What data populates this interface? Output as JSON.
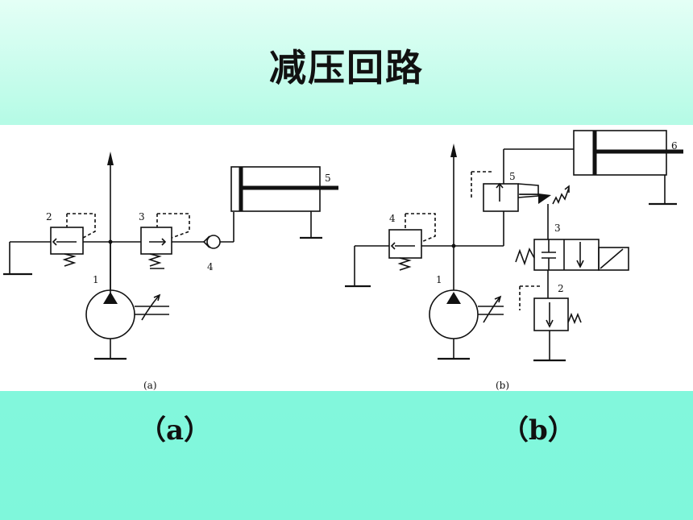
{
  "title": "减压回路",
  "diagram_a": {
    "caption": "（a）",
    "sub_caption": "(a)",
    "labels": {
      "pump": "1",
      "valve2": "2",
      "valve3": "3",
      "check_valve": "4",
      "cylinder": "5"
    }
  },
  "diagram_b": {
    "caption": "（b）",
    "sub_caption": "(b)",
    "labels": {
      "pump": "1",
      "valve2": "2",
      "valve3": "3",
      "valve4": "4",
      "valve5": "5",
      "cylinder": "6"
    }
  }
}
